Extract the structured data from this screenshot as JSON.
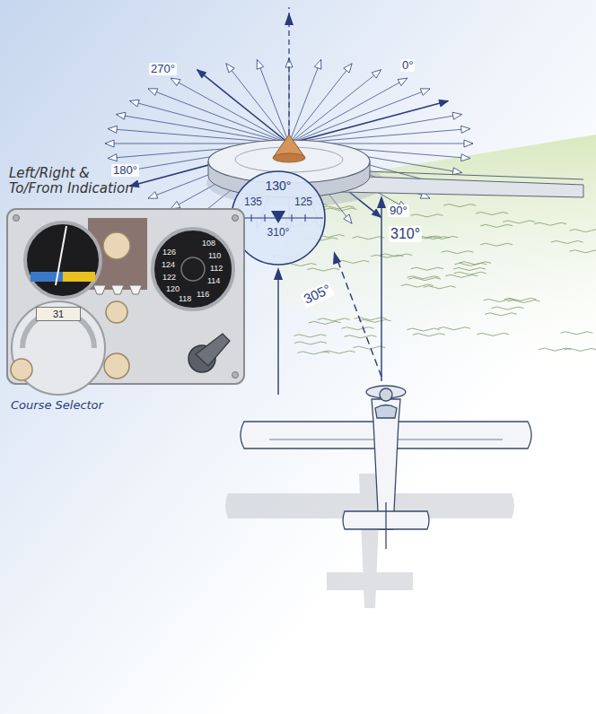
{
  "diagram": {
    "nodes": [
      {
        "text": [
          "Left/Right & To/From Indication"
        ]
      },
      {
        "text": [
          "126",
          "124",
          "122",
          "120",
          "118",
          "108",
          "110",
          "112",
          "114",
          "116"
        ],
        "in": 0
      },
      {
        "text": [
          "31"
        ],
        "in": 0
      },
      {
        "text": [
          "135",
          "130°",
          "125",
          "310°"
        ]
      }
    ],
    "labels": [
      "Course Selector",
      "270°",
      "0°",
      "180°",
      "90°",
      "310°",
      "305°"
    ]
  }
}
